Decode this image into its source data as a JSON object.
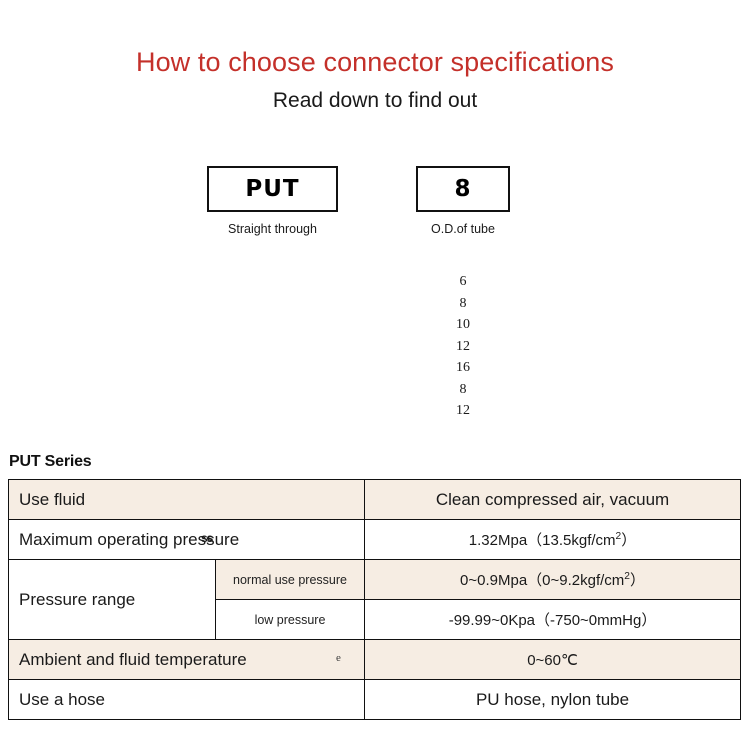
{
  "header": {
    "title": "How to choose connector specifications",
    "subtitle": "Read down to find out",
    "title_color": "#c4302a"
  },
  "selector": {
    "boxes": [
      {
        "code": "PUT",
        "caption": "Straight through"
      },
      {
        "code": "8",
        "caption": "O.D.of tube"
      }
    ],
    "tube_sizes": [
      "6",
      "8",
      "10",
      "12",
      "16",
      "8",
      "12"
    ]
  },
  "spec": {
    "heading": "PUT Series",
    "shade_color": "#f6ede3",
    "rows": [
      {
        "label": "Use fluid",
        "value": "Clean compressed air, vacuum"
      },
      {
        "label": "Maximum operating pressure",
        "artifact": "ss",
        "value": "1.32Mpa（13.5kgf/cm",
        "value_sup": "2",
        "value_tail": "）"
      },
      {
        "label": "Pressure range",
        "sub_label": "normal use pressure",
        "value": "0~0.9Mpa（0~9.2kgf/cm",
        "value_sup": "2",
        "value_tail": "）"
      },
      {
        "sub_label": "low pressure",
        "value": "-99.99~0Kpa（-750~0mmHg）"
      },
      {
        "label": "Ambient and fluid temperature",
        "artifact": "e",
        "value": "0~60℃"
      },
      {
        "label": "Use a hose",
        "value": "PU hose, nylon tube"
      }
    ]
  }
}
